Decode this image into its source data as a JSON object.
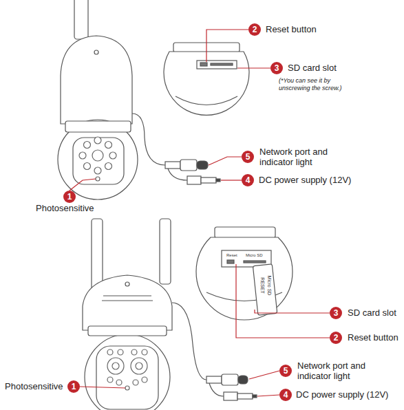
{
  "diagram": {
    "labels": [
      "2",
      "Reset button",
      "3",
      "SD card slot",
      "(*You can see it by unscrewing the screw.)",
      "5",
      "Network port and indicator light",
      "4",
      "DC power supply (12V)",
      "1",
      "Photosensitive",
      "Reset",
      "Micro SD",
      "RESET",
      "Micro SD",
      "3",
      "SD card slot",
      "2",
      "Reset button",
      "Photosensitive",
      "1",
      "5",
      "Network port and indicator light",
      "4",
      "DC power supply (12V)"
    ]
  }
}
